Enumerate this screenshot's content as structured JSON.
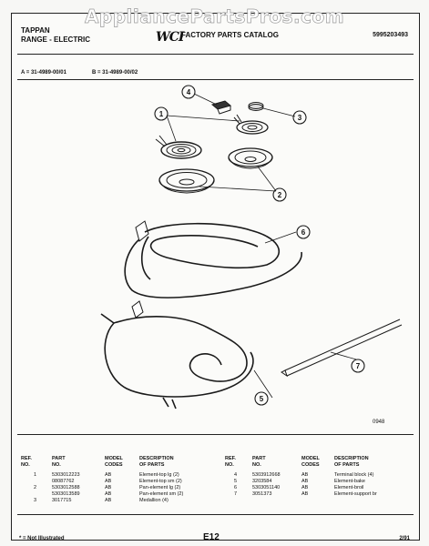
{
  "watermark": "AppliancePartsPros.com",
  "header": {
    "brand_line1": "TAPPAN",
    "brand_line2": "RANGE - ELECTRIC",
    "logo": "WCI",
    "catalog": "FACTORY PARTS CATALOG",
    "part_number": "5995203493"
  },
  "models": {
    "a": "A = 31-4989-00/01",
    "b": "B = 31-4989-00/02"
  },
  "callouts": [
    "1",
    "2",
    "3",
    "4",
    "5",
    "6",
    "7"
  ],
  "diagram_code": "0948",
  "parts_table": {
    "headers": {
      "ref": "REF.",
      "no": "NO.",
      "part": "PART",
      "part_no": "NO.",
      "model": "MODEL",
      "codes": "CODES",
      "description": "DESCRIPTION",
      "of_parts": "OF PARTS"
    },
    "left_rows": [
      {
        "ref": "1",
        "part": "5303012223",
        "model": "AB",
        "desc": "Element-top lg (2)"
      },
      {
        "ref": "",
        "part": "08087762",
        "model": "AB",
        "desc": "Element-top sm (2)"
      },
      {
        "ref": "2",
        "part": "5303012588",
        "model": "AB",
        "desc": "Pan-element lg (2)"
      },
      {
        "ref": "",
        "part": "5303013589",
        "model": "AB",
        "desc": "Pan-element sm (2)"
      },
      {
        "ref": "3",
        "part": "3017715",
        "model": "AB",
        "desc": "Medallion (4)"
      }
    ],
    "right_rows": [
      {
        "ref": "4",
        "part": "5303912668",
        "model": "AB",
        "desc": "Terminal block (4)"
      },
      {
        "ref": "5",
        "part": "3203584",
        "model": "AB",
        "desc": "Element-bake"
      },
      {
        "ref": "6",
        "part": "5303051140",
        "model": "AB",
        "desc": "Element-broil"
      },
      {
        "ref": "7",
        "part": "3051373",
        "model": "AB",
        "desc": "Element-support br"
      }
    ]
  },
  "footer": {
    "note": "* = Not Illustrated",
    "page": "E12",
    "date": "2/91"
  }
}
